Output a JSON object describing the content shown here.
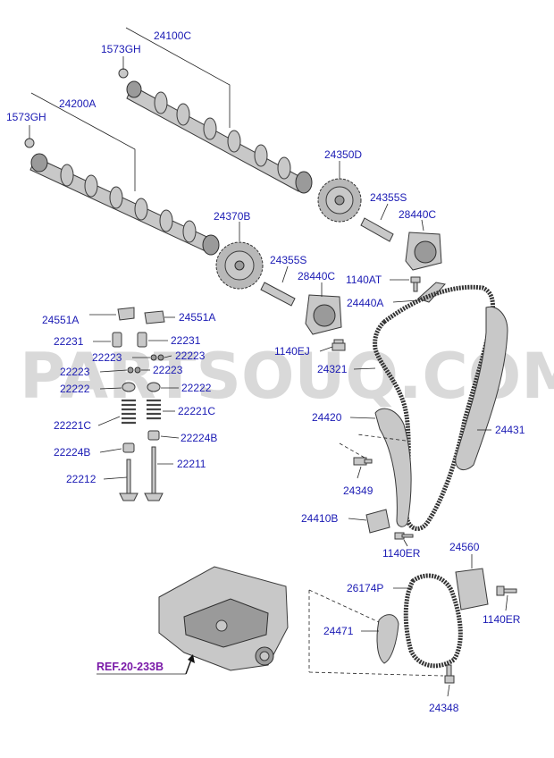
{
  "watermark": "PARTSOUQ.COM",
  "reference": "REF.20-233B",
  "callouts": {
    "c24100C": "24100C",
    "c1573GH_top": "1573GH",
    "c24200A": "24200A",
    "c1573GH_left": "1573GH",
    "c24350D": "24350D",
    "c24355S_right": "24355S",
    "c28440C_right": "28440C",
    "c24370B": "24370B",
    "c24355S_mid": "24355S",
    "c1140AT": "1140AT",
    "c28440C_mid": "28440C",
    "c24440A": "24440A",
    "c1140EJ": "1140EJ",
    "c24321": "24321",
    "c24551A_left": "24551A",
    "c24551A_right": "24551A",
    "c22231_left": "22231",
    "c22231_right": "22231",
    "c22223_a": "22223",
    "c22223_b": "22223",
    "c22223_c": "22223",
    "c22223_d": "22223",
    "c22222_left": "22222",
    "c22222_right": "22222",
    "c22221C_left": "22221C",
    "c22221C_right": "22221C",
    "c22224B_left": "22224B",
    "c22224B_right": "22224B",
    "c22212": "22212",
    "c22211": "22211",
    "c24420": "24420",
    "c24431": "24431",
    "c24349": "24349",
    "c24410B": "24410B",
    "c1140ER_mid": "1140ER",
    "c24560": "24560",
    "c26174P": "26174P",
    "c1140ER_right": "1140ER",
    "c24471": "24471",
    "c24348": "24348"
  }
}
